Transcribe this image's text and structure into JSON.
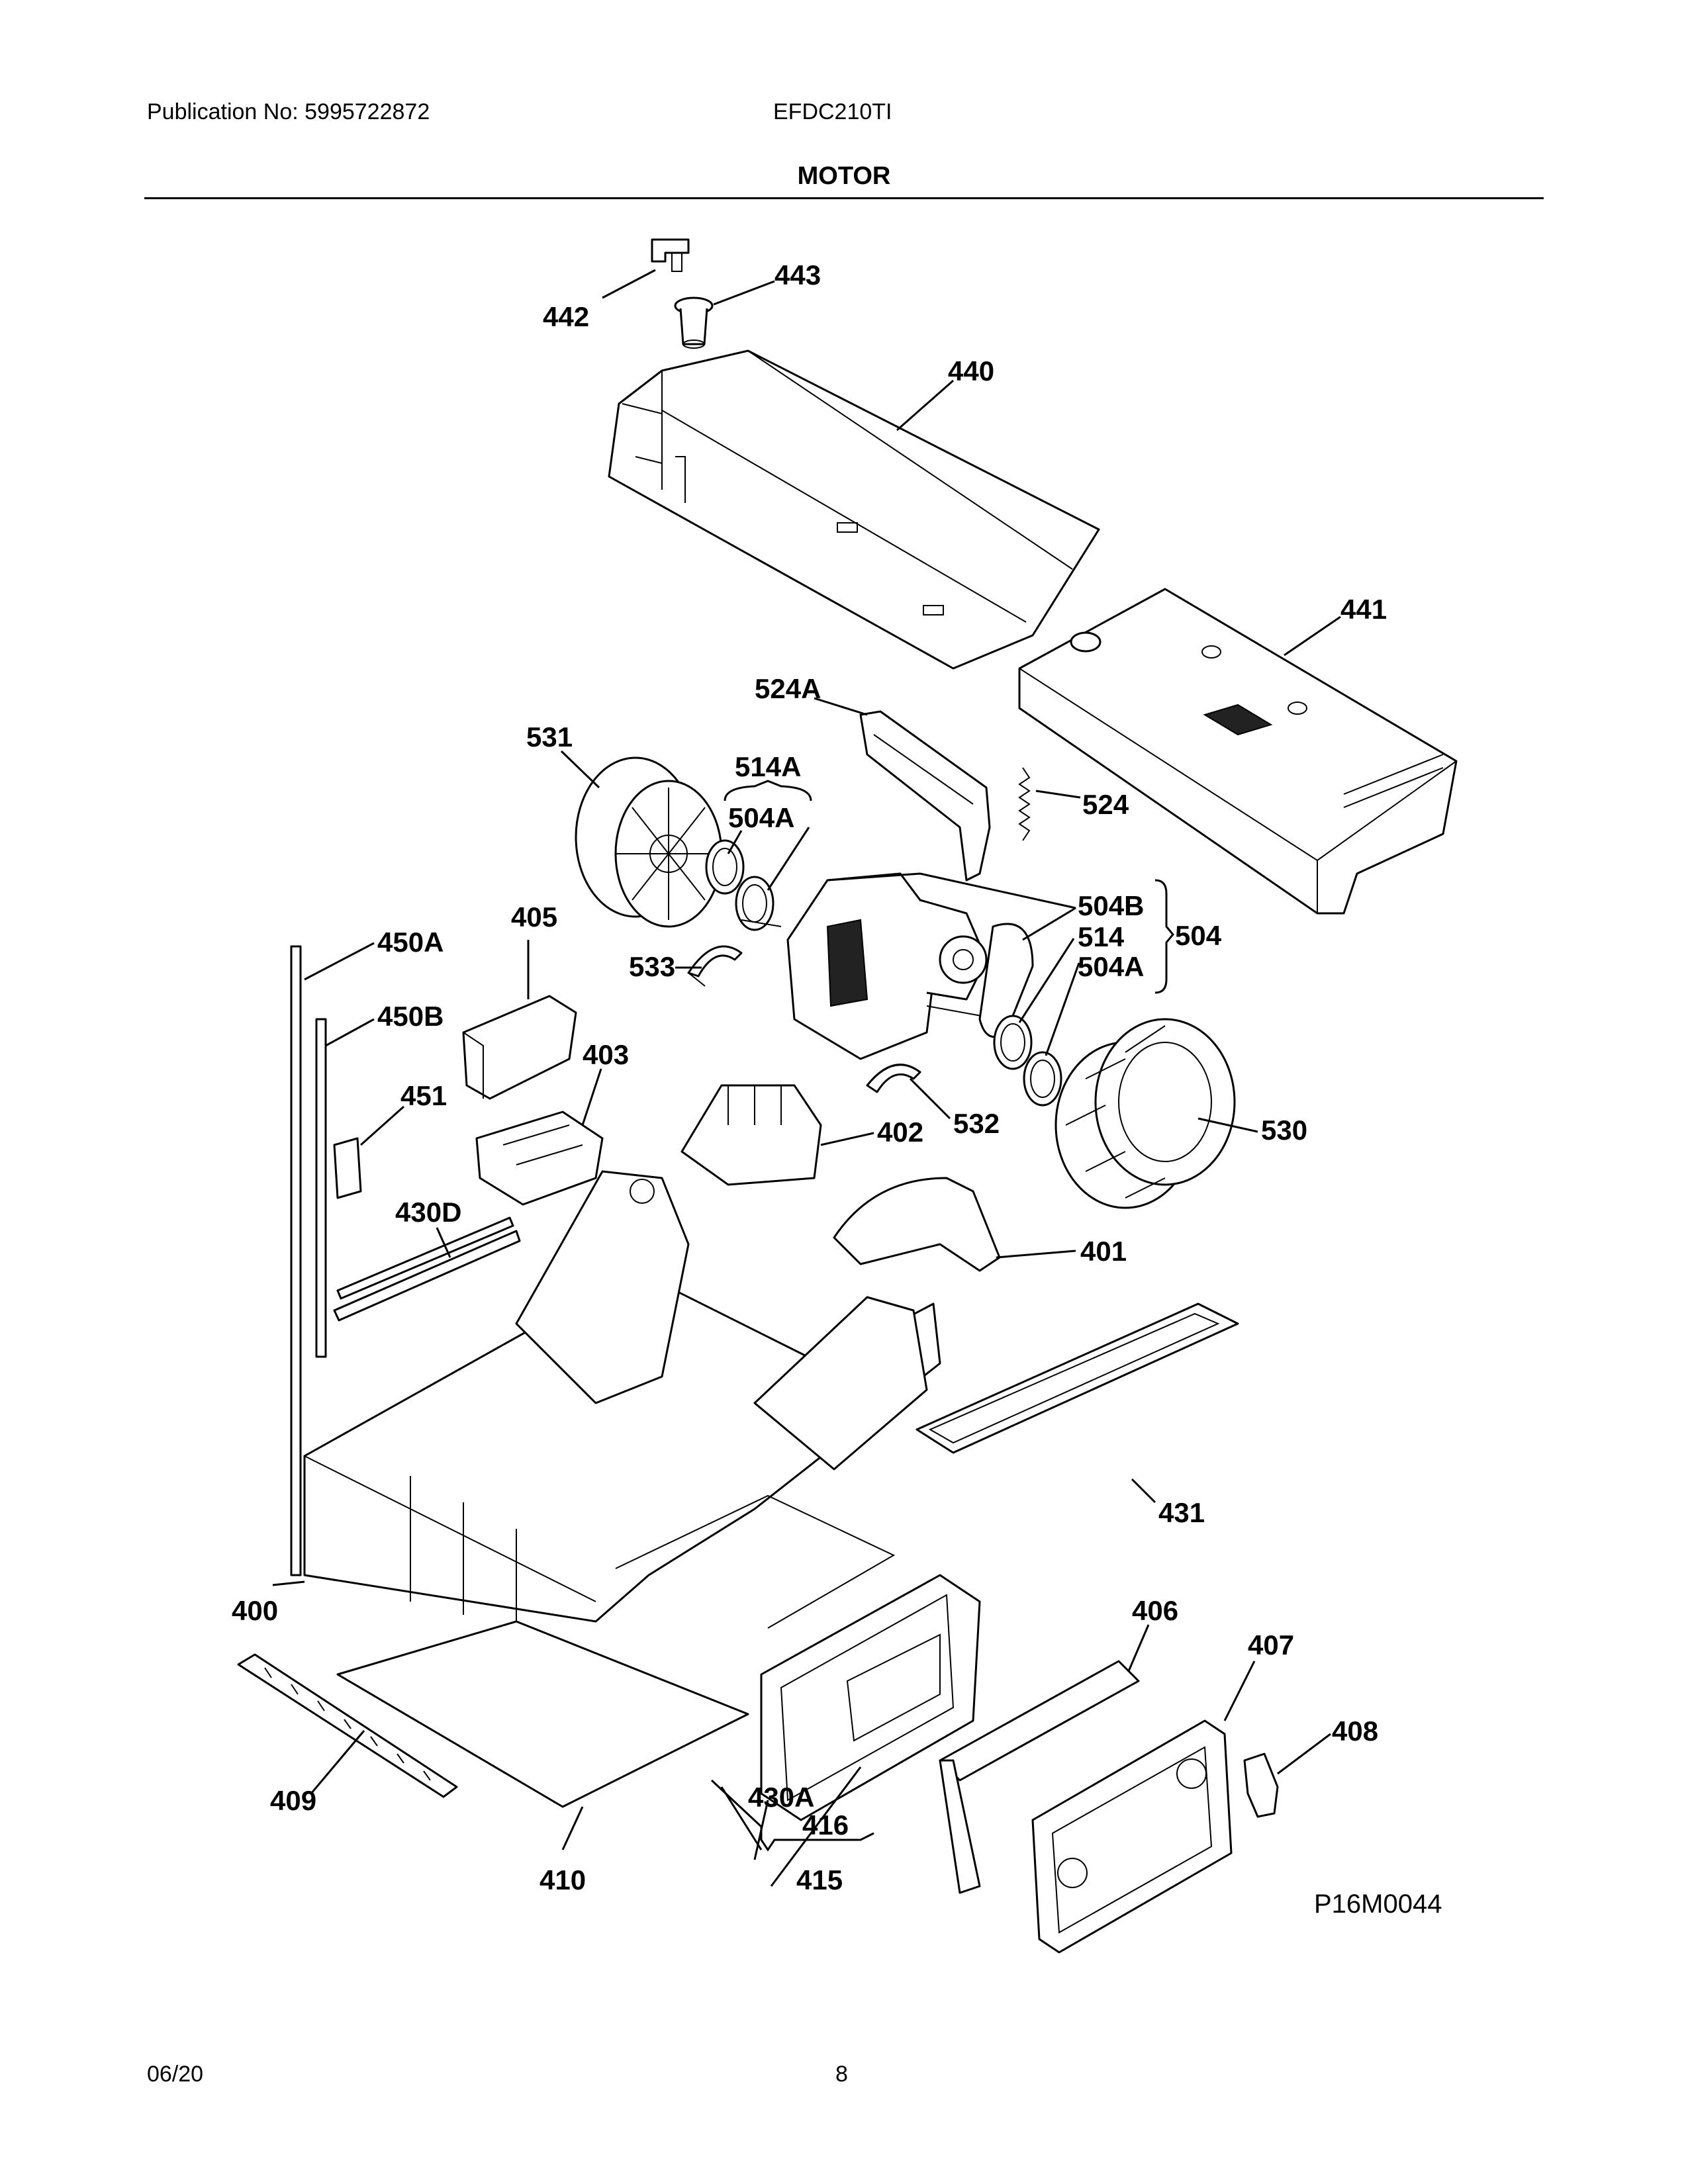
{
  "header": {
    "publication": "Publication No: 5995722872",
    "model": "EFDC210TI",
    "title": "MOTOR"
  },
  "callouts": [
    {
      "id": "442",
      "label": "442"
    },
    {
      "id": "443",
      "label": "443"
    },
    {
      "id": "440",
      "label": "440"
    },
    {
      "id": "441",
      "label": "441"
    },
    {
      "id": "524A",
      "label": "524A"
    },
    {
      "id": "524",
      "label": "524"
    },
    {
      "id": "531",
      "label": "531"
    },
    {
      "id": "514A",
      "label": "514A"
    },
    {
      "id": "504A-top",
      "label": "504A"
    },
    {
      "id": "504B",
      "label": "504B"
    },
    {
      "id": "514",
      "label": "514"
    },
    {
      "id": "504A-right",
      "label": "504A"
    },
    {
      "id": "504",
      "label": "504"
    },
    {
      "id": "405",
      "label": "405"
    },
    {
      "id": "533",
      "label": "533"
    },
    {
      "id": "450A",
      "label": "450A"
    },
    {
      "id": "450B",
      "label": "450B"
    },
    {
      "id": "403",
      "label": "403"
    },
    {
      "id": "451",
      "label": "451"
    },
    {
      "id": "402",
      "label": "402"
    },
    {
      "id": "532",
      "label": "532"
    },
    {
      "id": "530",
      "label": "530"
    },
    {
      "id": "430D",
      "label": "430D"
    },
    {
      "id": "401",
      "label": "401"
    },
    {
      "id": "431",
      "label": "431"
    },
    {
      "id": "400",
      "label": "400"
    },
    {
      "id": "406",
      "label": "406"
    },
    {
      "id": "407",
      "label": "407"
    },
    {
      "id": "408",
      "label": "408"
    },
    {
      "id": "409",
      "label": "409"
    },
    {
      "id": "430A",
      "label": "430A"
    },
    {
      "id": "416",
      "label": "416"
    },
    {
      "id": "410",
      "label": "410"
    },
    {
      "id": "415",
      "label": "415"
    }
  ],
  "figure_code": "P16M0044",
  "footer": {
    "date": "06/20",
    "page": "8"
  }
}
